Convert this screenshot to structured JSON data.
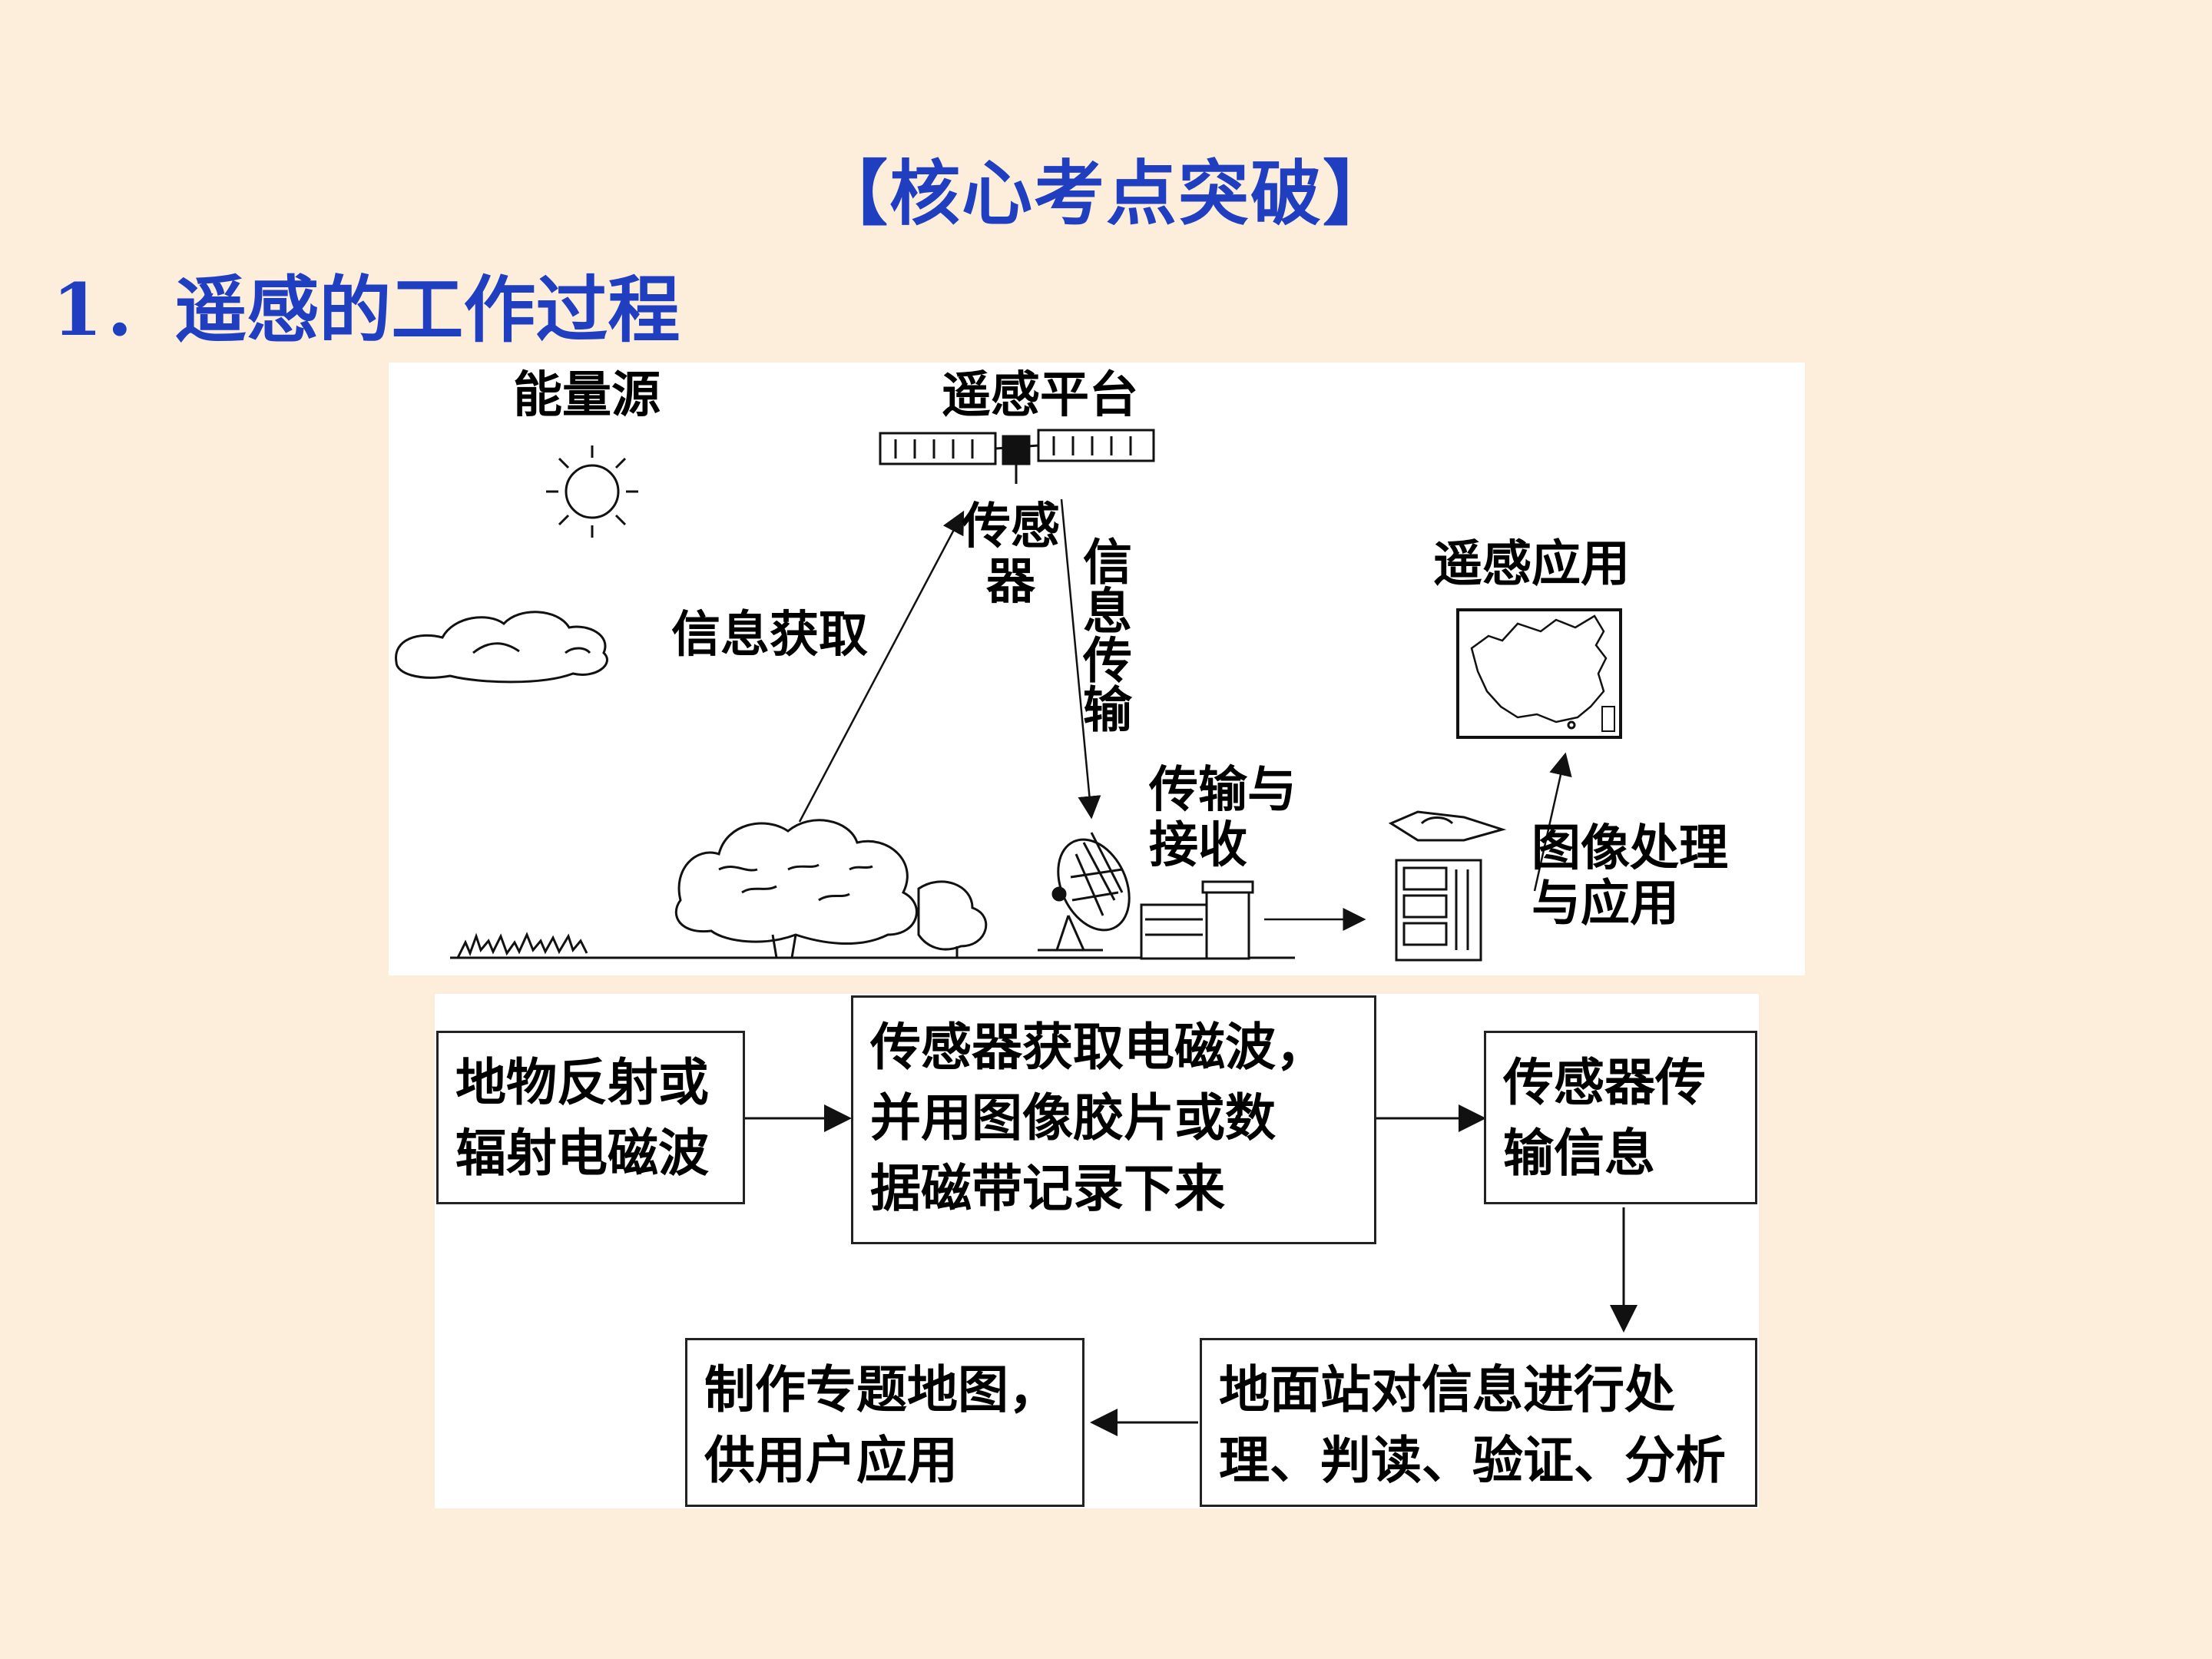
{
  "header": {
    "title": "【核心考点突破】",
    "subtitle": "1．遥感的工作过程"
  },
  "diagram": {
    "labels": {
      "energy_source": "能量源",
      "platform": "遥感平台",
      "sensor": "传感器",
      "acquisition": "信息获取",
      "transmission": "信息传输",
      "transmit_receive_line1": "传输与",
      "transmit_receive_line2": "接收",
      "application": "遥感应用",
      "processing_line1": "图像处理",
      "processing_line2": "与应用"
    },
    "icons": [
      "sun-icon",
      "cloud-icon",
      "satellite-icon",
      "tree-icon",
      "antenna-dish-icon",
      "ground-station-icon",
      "computer-icon",
      "china-map-icon"
    ]
  },
  "flow": {
    "step1_line1": "地物反射或",
    "step1_line2": "辐射电磁波",
    "step2_line1": "传感器获取电磁波，",
    "step2_line2": "并用图像胶片或数",
    "step2_line3": "据磁带记录下来",
    "step3_line1": "传感器传",
    "step3_line2": "输信息",
    "step4_line1": "地面站对信息进行处",
    "step4_line2": "理、判读、验证、分析",
    "step5_line1": "制作专题地图，",
    "step5_line2": "供用户应用"
  }
}
